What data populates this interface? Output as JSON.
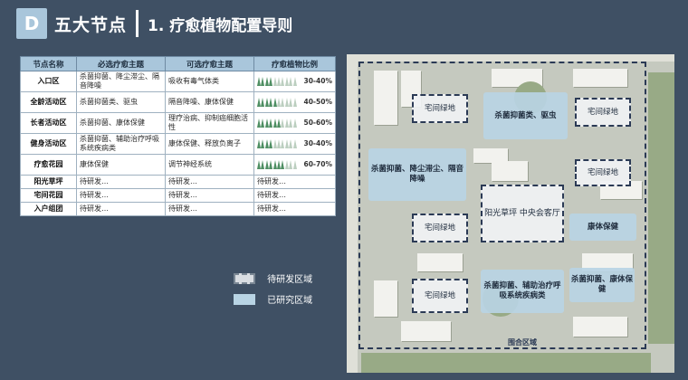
{
  "header": {
    "badge": "D",
    "title": "五大节点",
    "subtitle": "1. 疗愈植物配置导则"
  },
  "table": {
    "headers": [
      "节点名称",
      "必选疗愈主题",
      "可选疗愈主题",
      "疗愈植物比例"
    ],
    "rows": [
      {
        "name": "入口区",
        "required": "杀菌抑菌、降尘滞尘、隔音降噪",
        "optional": "吸收有毒气体类",
        "ratio": "30-40%",
        "trees": 4
      },
      {
        "name": "全龄活动区",
        "required": "杀菌抑菌类、驱虫",
        "optional": "隔音降噪、康体保健",
        "ratio": "40-50%",
        "trees": 5
      },
      {
        "name": "长者活动区",
        "required": "杀菌抑菌、康体保健",
        "optional": "理疗治病、抑制癌细胞活性",
        "ratio": "50-60%",
        "trees": 6
      },
      {
        "name": "健身活动区",
        "required": "杀菌抑菌、辅助治疗呼吸系统疾病类",
        "optional": "康体保健、释放负离子",
        "ratio": "30-40%",
        "trees": 4
      },
      {
        "name": "疗愈花园",
        "required": "康体保健",
        "optional": "调节神经系统",
        "ratio": "60-70%",
        "trees": 7
      }
    ],
    "pending_rows": [
      {
        "name": "阳光草坪",
        "required": "待研发…",
        "optional": "待研发…",
        "ratio": "待研发…"
      },
      {
        "name": "宅间花园",
        "required": "待研发…",
        "optional": "待研发…",
        "ratio": "待研发…"
      },
      {
        "name": "入户组团",
        "required": "待研发…",
        "optional": "待研发…",
        "ratio": "待研发…"
      }
    ],
    "tree_total": 10,
    "tree_color": "#4f8f63"
  },
  "legend": {
    "pending": "待研发区域",
    "done": "已研究区域"
  },
  "site": {
    "zones": {
      "z1": "宅间绿地",
      "z2": "杀菌抑菌类、驱虫",
      "z3": "宅间绿地",
      "z4": "杀菌抑菌、降尘滞尘、隔音降噪",
      "z5": "宅间绿地",
      "z6": "阳光草坪 中央会客厅",
      "z7": "宅间绿地",
      "z8": "康体保健",
      "z9": "宅间绿地",
      "z10": "杀菌抑菌、辅助治疗呼吸系统疾病类",
      "z11": "杀菌抑菌、康体保健"
    },
    "boundary_label": "围合区域"
  }
}
